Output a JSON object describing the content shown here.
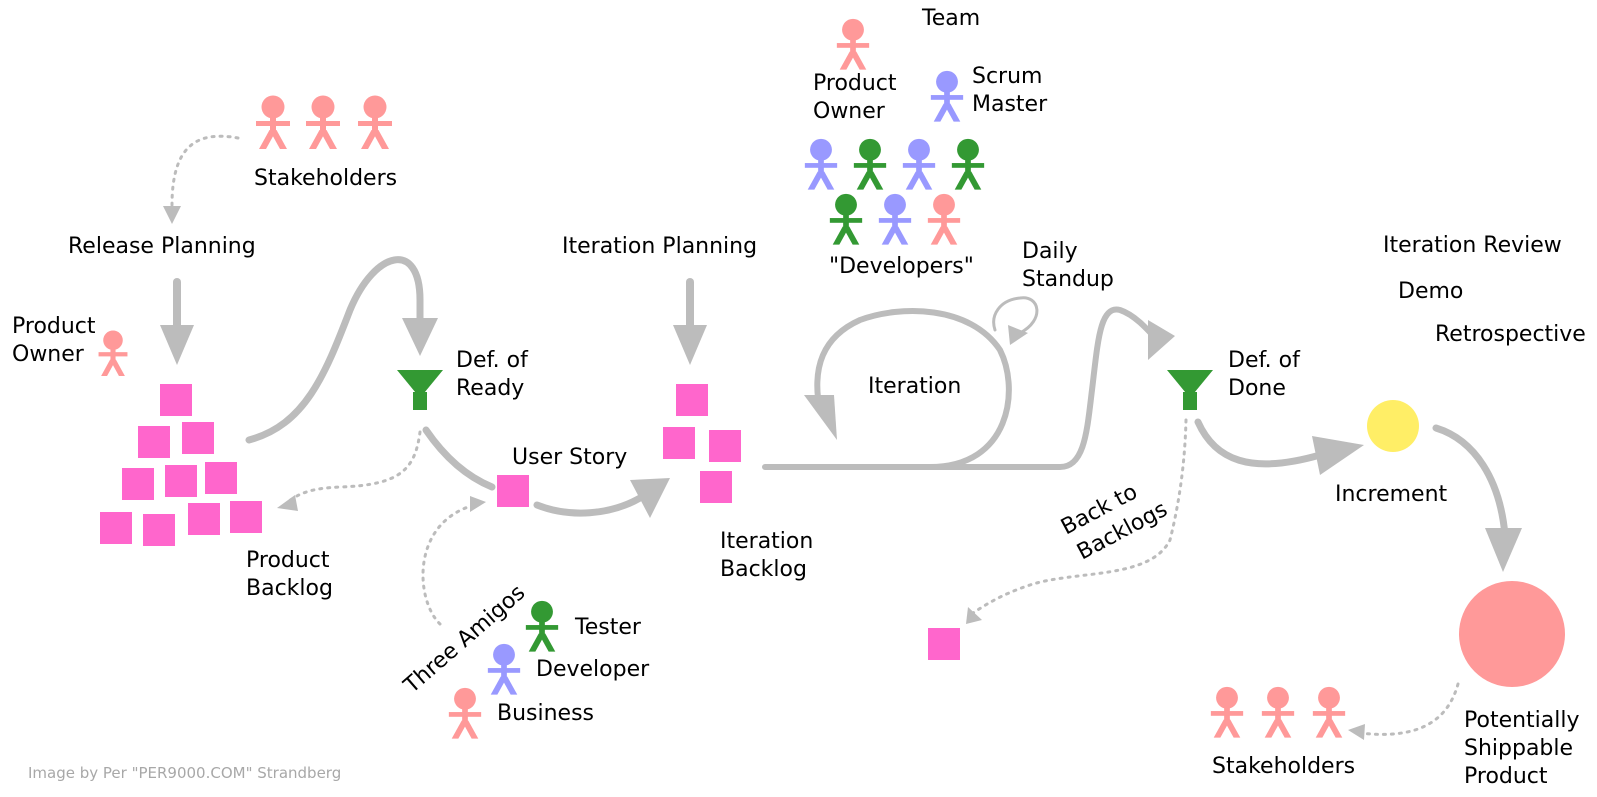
{
  "colors": {
    "arrow": "#bcbcbc",
    "story": "#ff66cc",
    "funnel": "#339933",
    "person_pink": "#ff9999",
    "person_blue": "#9999ff",
    "person_green": "#339933",
    "increment": "#ffee66",
    "product": "#ff9999"
  },
  "labels": {
    "team": "Team",
    "team_product_owner": [
      "Product",
      "Owner"
    ],
    "scrum_master": [
      "Scrum",
      "Master"
    ],
    "developers": "\"Developers\"",
    "stakeholders_top": "Stakeholders",
    "release_planning": "Release Planning",
    "product_owner": [
      "Product",
      "Owner"
    ],
    "def_of_ready": [
      "Def. of",
      "Ready"
    ],
    "product_backlog": [
      "Product",
      "Backlog"
    ],
    "iteration_planning": "Iteration Planning",
    "user_story": "User Story",
    "iteration_backlog": [
      "Iteration",
      "Backlog"
    ],
    "three_amigos": "Three Amigos",
    "tester": "Tester",
    "developer": "Developer",
    "business": "Business",
    "daily_standup": [
      "Daily",
      "Standup"
    ],
    "iteration": "Iteration",
    "def_of_done": [
      "Def. of",
      "Done"
    ],
    "back_to_backlogs": [
      "Back to",
      "Backlogs"
    ],
    "iteration_review": "Iteration Review",
    "demo": "Demo",
    "retrospective": "Retrospective",
    "increment": "Increment",
    "potentially_shippable_product": [
      "Potentially",
      "Shippable",
      "Product"
    ],
    "stakeholders_bottom": "Stakeholders",
    "credit": "Image by Per \"PER9000.COM\" Strandberg"
  }
}
